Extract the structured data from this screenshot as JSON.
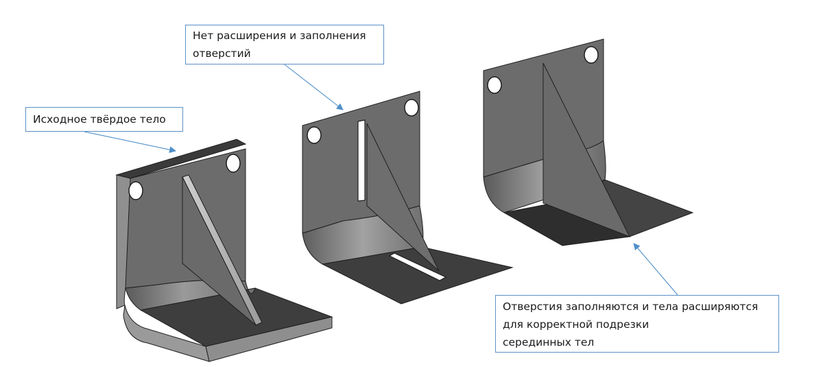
{
  "callouts": {
    "original_solid": {
      "lines": [
        "Исходное твёрдое тело"
      ]
    },
    "no_extension": {
      "lines": [
        "Нет расширения и заполнения",
        "отверстий"
      ]
    },
    "filled_extended": {
      "lines": [
        "Отверстия заполняются и тела расширяются",
        "для корректной подрезки",
        "серединных тел"
      ]
    }
  },
  "colors": {
    "callout_border": "#5b8fc7",
    "leader_line": "#4f8fc8",
    "face_dark": "#3d3d3d",
    "face_mid": "#6b6b6b",
    "face_light": "#8a8a8a",
    "edge": "#1e1e1e"
  }
}
